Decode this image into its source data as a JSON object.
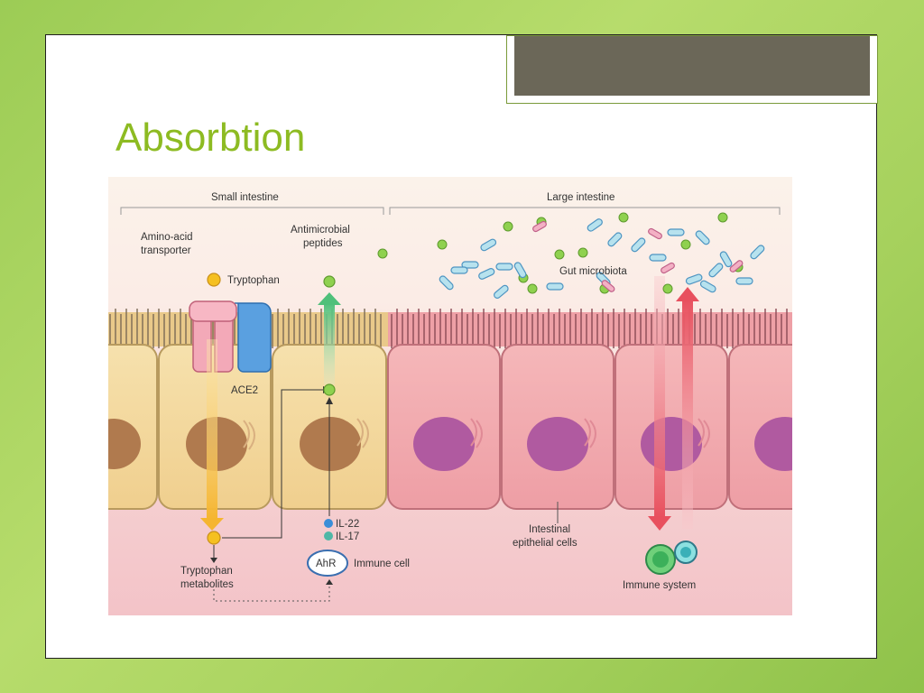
{
  "slide": {
    "title": "Absorbtion"
  },
  "diagram": {
    "section_small": "Small intestine",
    "section_large": "Large intestine",
    "amino_acid_line1": "Amino-acid",
    "amino_acid_line2": "transporter",
    "tryptophan": "Tryptophan",
    "antimicrobial_line1": "Antimicrobial",
    "antimicrobial_line2": "peptides",
    "ace2": "ACE2",
    "gut_microbiota": "Gut microbiota",
    "il22": "IL-22",
    "il17": "IL-17",
    "ahr": "AhR",
    "immune_cell": "Immune cell",
    "trp_metabolites_line1": "Tryptophan",
    "trp_metabolites_line2": "metabolites",
    "epithelial_line1": "Intestinal",
    "epithelial_line2": "epithelial cells",
    "immune_system": "Immune system"
  },
  "colors": {
    "title": "#8dbb22",
    "small_cell": "#f3d9a0",
    "large_cell": "#f3a9ae",
    "nucleus_small": "#b07a4e",
    "nucleus_large": "#b05aa0",
    "tryptophan": "#f5c020",
    "peptide": "#8fd14f",
    "immune": "#4ec46e"
  }
}
